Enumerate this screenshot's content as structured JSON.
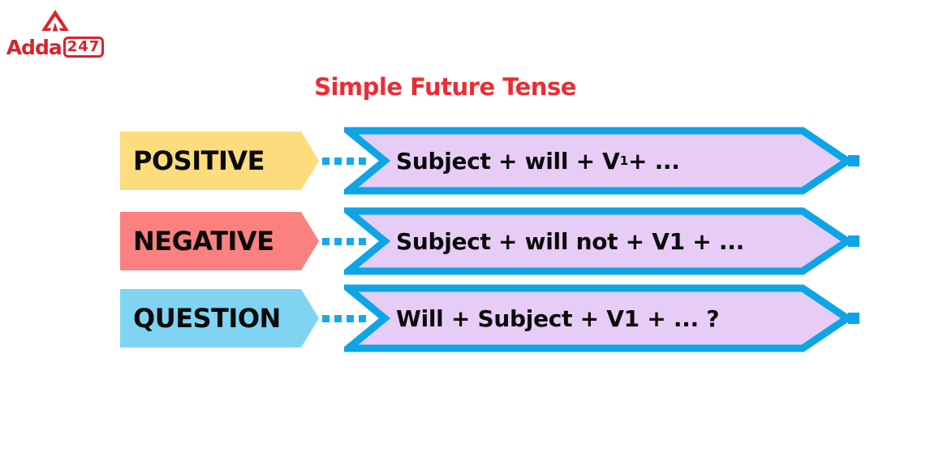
{
  "logo": {
    "brand": "Adda",
    "badge": "247"
  },
  "title": "Simple Future Tense",
  "colors": {
    "title": "#ee2b33",
    "logo": "#d9232a",
    "banner_fill": "#e7cdf6",
    "banner_border": "#0da5e6",
    "connector_dot": "#18a8e8"
  },
  "rows": [
    {
      "label": "POSITIVE",
      "label_color": "#fcdc7c",
      "formula": [
        {
          "text": "Subject + will + V"
        },
        {
          "text": "1",
          "subscript": true
        },
        {
          "text": " + ..."
        }
      ]
    },
    {
      "label": "NEGATIVE",
      "label_color": "#fb8181",
      "formula": [
        {
          "text": "Subject + will not + V1 + ..."
        }
      ]
    },
    {
      "label": "QUESTION",
      "label_color": "#7fd4f2",
      "formula": [
        {
          "text": "Will + Subject + V1 + ... ?"
        }
      ]
    }
  ]
}
